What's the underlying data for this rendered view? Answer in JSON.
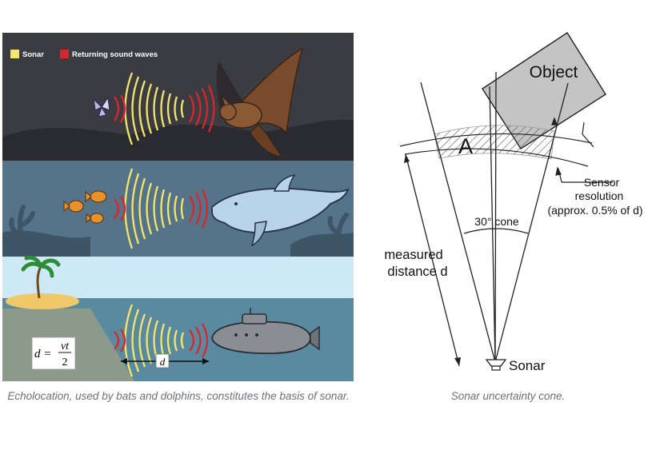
{
  "left_figure": {
    "legend": {
      "sonar_label": "Sonar",
      "returning_label": "Returning sound waves",
      "sonar_color": "#f5e66a",
      "returning_color": "#d9262c"
    },
    "formula_lhs": "d =",
    "formula_num": "vt",
    "formula_den": "2",
    "distance_label": "d",
    "caption": "Echolocation, used by bats and dolphins, constitutes the basis of sonar."
  },
  "right_figure": {
    "object_label": "Object",
    "area_label": "A",
    "cone_label": "30° cone",
    "sensor_line1": "Sensor",
    "sensor_line2": "resolution",
    "sensor_line3": "(approx. 0.5% of d)",
    "measured_line1": "measured",
    "measured_line2": "distance d",
    "sonar_label": "Sonar",
    "caption": "Sonar uncertainty cone."
  }
}
